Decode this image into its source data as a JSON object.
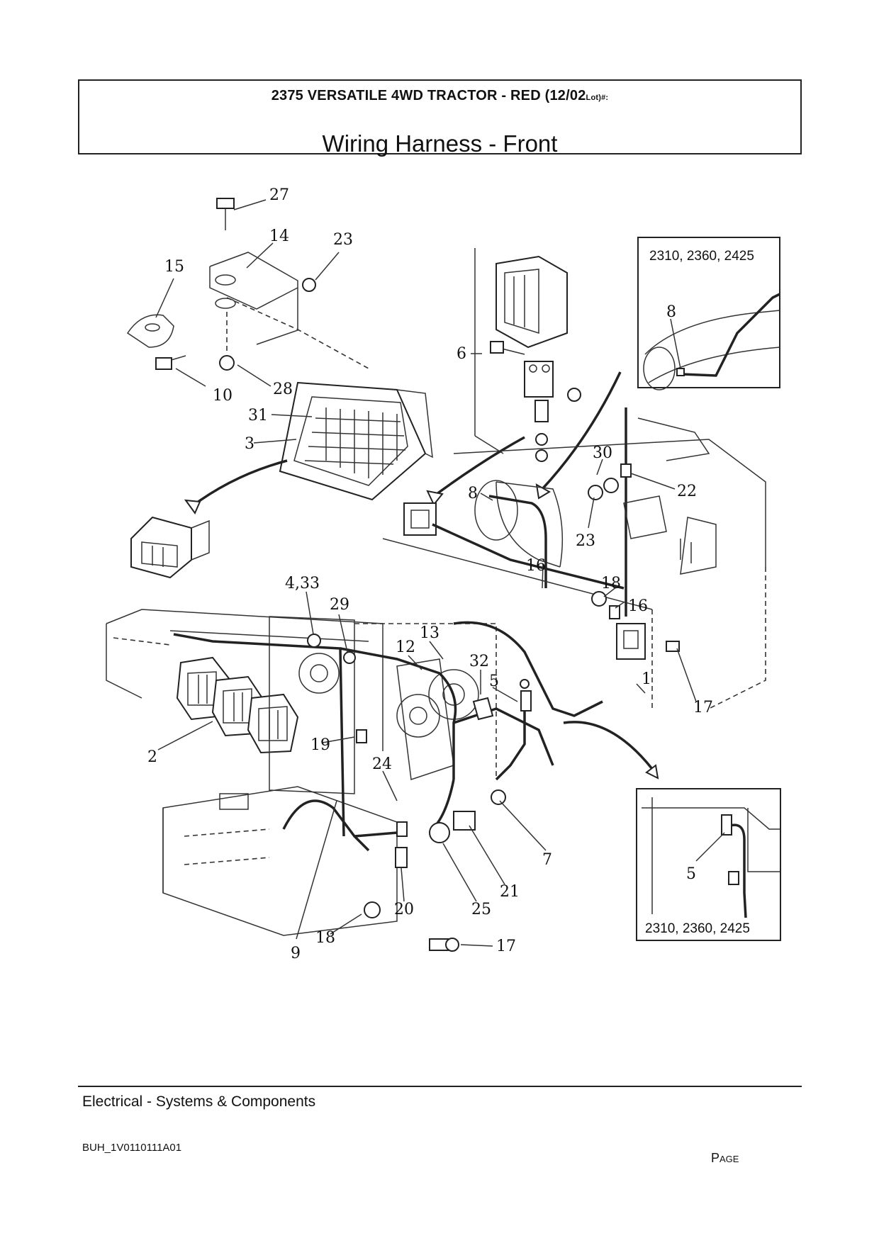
{
  "header": {
    "title": "2375 VERSATILE 4WD TRACTOR - RED (12/02",
    "title_suffix": "Lot)",
    "title_mark": "#:",
    "subtitle": "Wiring Harness - Front"
  },
  "diagram": {
    "callouts": [
      "27",
      "14",
      "23",
      "15",
      "10",
      "28",
      "6",
      "31",
      "3",
      "8",
      "30",
      "22",
      "23",
      "16",
      "18",
      "16",
      "4,33",
      "29",
      "13",
      "12",
      "32",
      "5",
      "1",
      "17",
      "2",
      "19",
      "24",
      "7",
      "21",
      "25",
      "20",
      "18",
      "9",
      "17",
      "8",
      "5"
    ],
    "inset_top_label": "2310, 2360, 2425",
    "inset_bottom_label": "2310, 2360, 2425"
  },
  "footer": {
    "section": "Electrical - Systems & Components",
    "code": "BUH_1V0110111A01",
    "page_label": "Page"
  }
}
